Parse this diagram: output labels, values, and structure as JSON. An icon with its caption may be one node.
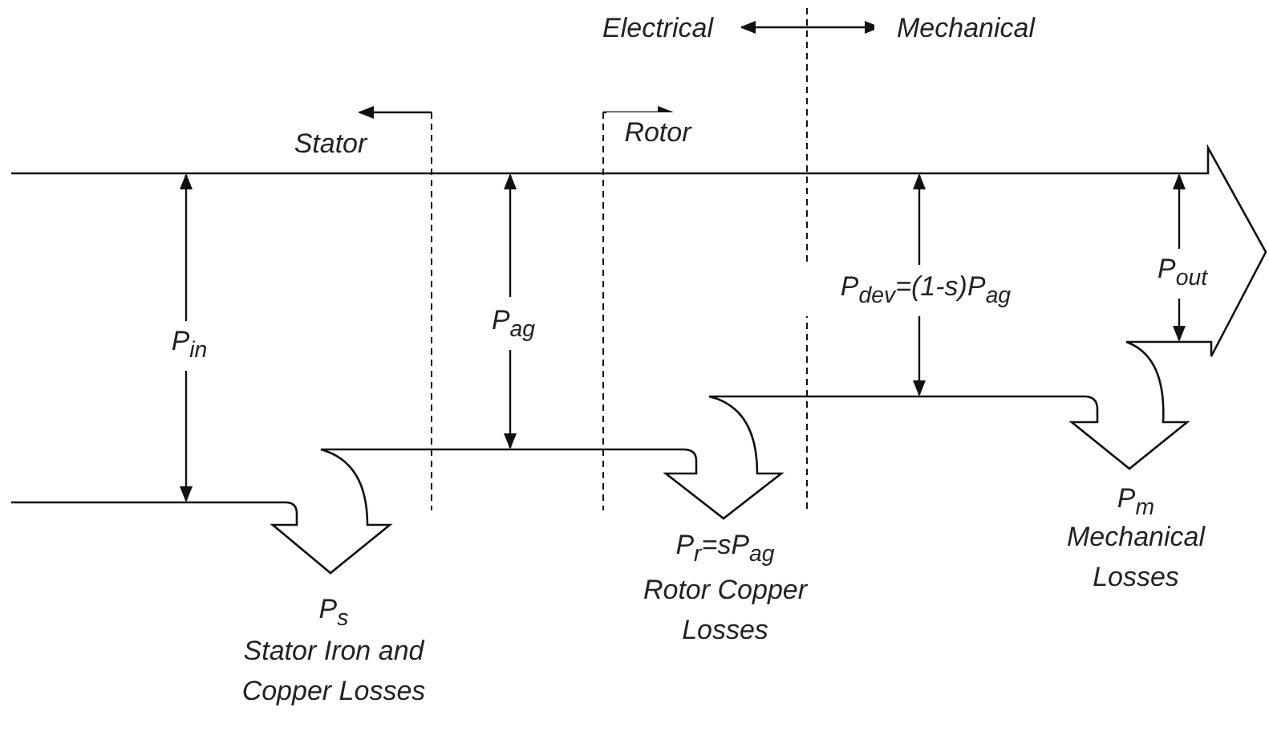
{
  "diagram": {
    "labels": [
      "Electrical",
      "Mechanical",
      "Stator",
      "Rotor",
      "P$_{in}$",
      "P$_{ag}$",
      "P$_{dev}$=(1-s)P$_{ag}$",
      "P$_{out}$",
      "P$_{m}$",
      "Mechanical Losses",
      "P$_{r}$=sP$_{ag}$",
      "Rotor Copper Losses",
      "P$_{s}$",
      "Stator Iron and Copper Losses"
    ]
  }
}
